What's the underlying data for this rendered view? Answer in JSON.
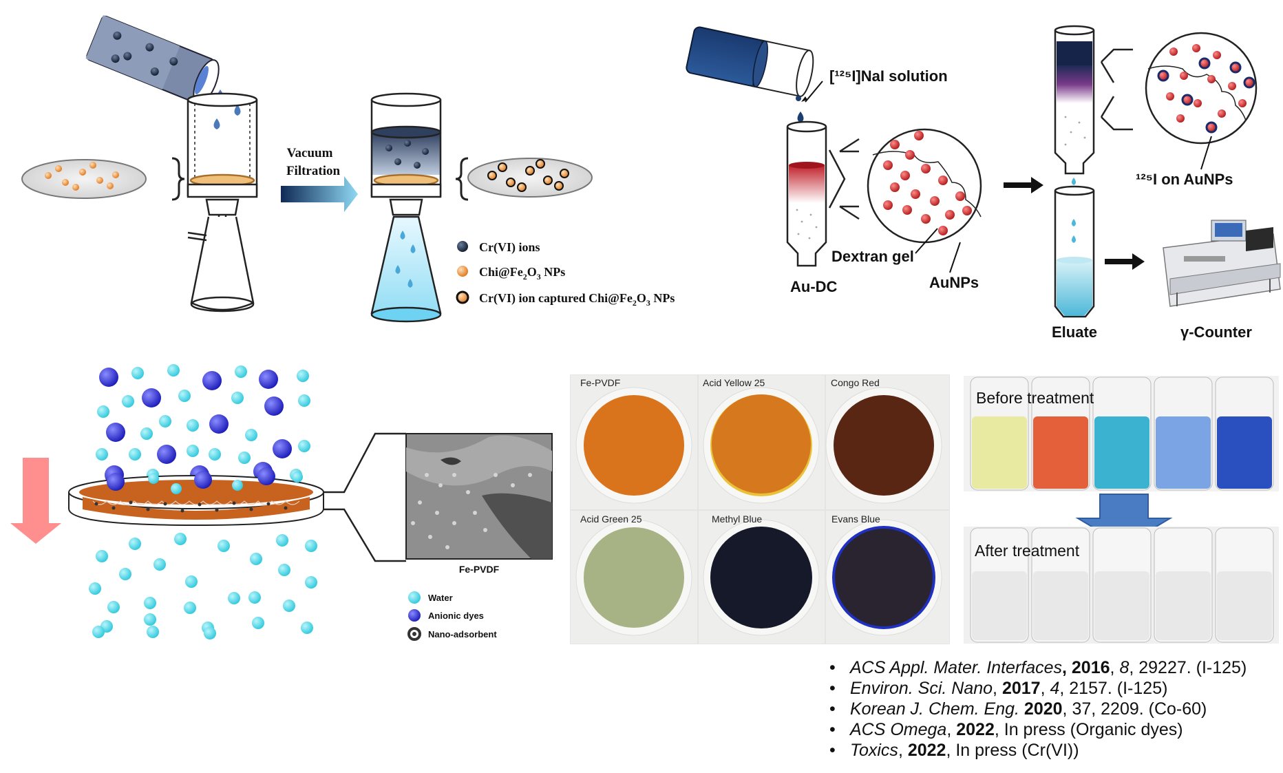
{
  "panel_a": {
    "arrow_label_line1": "Vacuum",
    "arrow_label_line2": "Filtration",
    "legend": [
      {
        "label": "Cr(VI) ions",
        "color": "#1b2a44"
      },
      {
        "label_prefix": "Chi@Fe",
        "sub1": "2",
        "mid": "O",
        "sub2": "3",
        "suffix": " NPs",
        "color": "#f08a30"
      },
      {
        "label_prefix": "Cr(VI) ion captured Chi@Fe",
        "sub1": "2",
        "mid": "O",
        "sub2": "3",
        "suffix": " NPs",
        "color": "#e06d10"
      }
    ]
  },
  "panel_b": {
    "solution_label": "[¹²⁵I]NaI solution",
    "column_label": "Au-DC",
    "gel_label": "Dextran gel",
    "np_label": "AuNPs",
    "eluate_label": "Eluate",
    "iodine_label": "¹²⁵I on AuNPs",
    "counter_label": "γ-Counter"
  },
  "panel_c": {
    "sem_label": "Fe-PVDF",
    "legend": [
      {
        "label": "Water",
        "color": "#3fd6e8"
      },
      {
        "label": "Anionic dyes",
        "color": "#2b2ad6"
      },
      {
        "label": "Nano-adsorbent",
        "color": "#444444"
      }
    ]
  },
  "panel_d": {
    "membranes": [
      {
        "label": "Fe-PVDF",
        "color": "#d9741c"
      },
      {
        "label": "Acid Yellow 25",
        "color": "#d6781e"
      },
      {
        "label": "Congo Red",
        "color": "#5a2614"
      },
      {
        "label": "Acid Green 25",
        "color": "#a7b384"
      },
      {
        "label": "Methyl Blue",
        "color": "#16192a"
      },
      {
        "label": "Evans Blue",
        "color": "#2a2430"
      }
    ]
  },
  "panel_e": {
    "before_label": "Before treatment",
    "after_label": "After treatment",
    "vial_colors": [
      "#e7eaa0",
      "#e4603a",
      "#3ab2d0",
      "#7aa4e4",
      "#2a50c0"
    ]
  },
  "references": [
    {
      "journal": "ACS Appl. Mater. Interfaces",
      "year": "2016",
      "volume": "8",
      "rest": ", 29227. (I-125)"
    },
    {
      "journal": "Environ. Sci. Nano",
      "year": "2017",
      "volume": "4",
      "rest": ", 2157. (I-125)"
    },
    {
      "journal": "Korean J. Chem. Eng.",
      "year": "2020",
      "volume": "",
      "rest": ", 37, 2209. (Co-60)"
    },
    {
      "journal": "ACS Omega",
      "year": "2022",
      "volume": "",
      "rest": ", In press (Organic dyes)"
    },
    {
      "journal": "Toxics",
      "year": "2022",
      "volume": "",
      "rest": ", In press (Cr(VI))"
    }
  ]
}
